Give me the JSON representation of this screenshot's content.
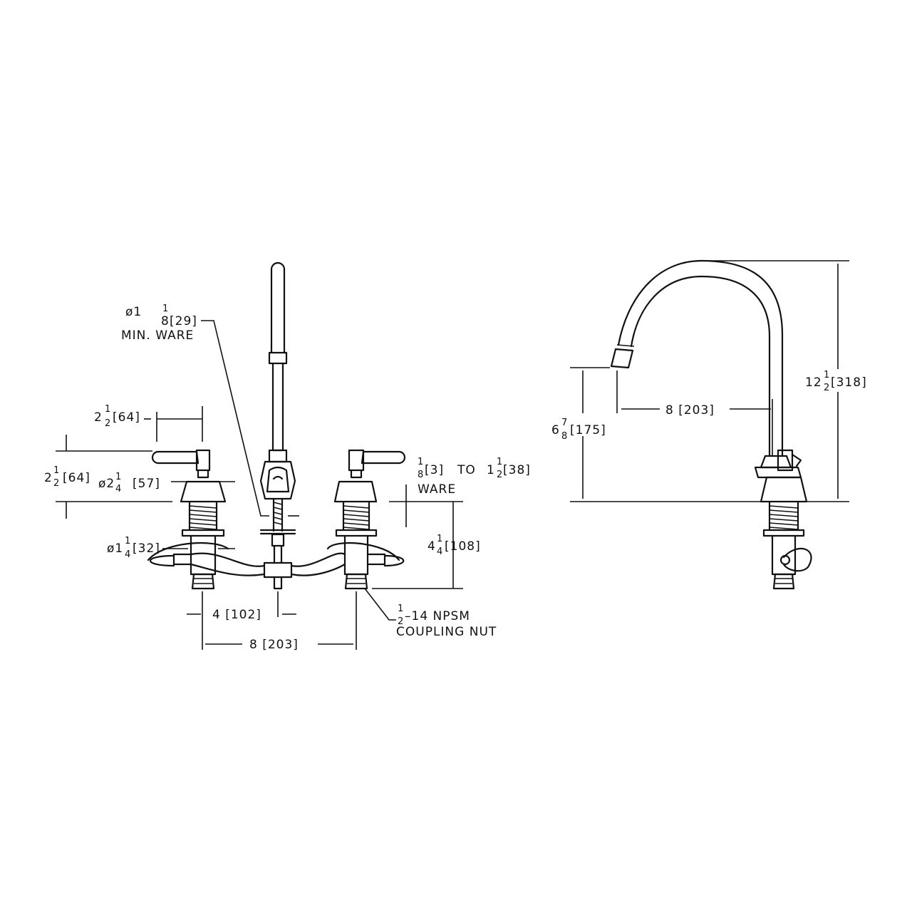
{
  "front_view": {
    "wall_hole": {
      "prefix": "ø1",
      "num": "1",
      "den": "8",
      "metric": "[29]",
      "line2": "MIN. WARE"
    },
    "handle_width": {
      "whole": "2",
      "num": "1",
      "den": "2",
      "metric": "[64]"
    },
    "handle_height": {
      "whole": "2",
      "num": "1",
      "den": "2",
      "metric": "[64]"
    },
    "escutcheon_dia": {
      "prefix": "ø2",
      "num": "1",
      "den": "4",
      "metric": "[57]"
    },
    "ware_thickness": {
      "num1": "1",
      "den1": "8",
      "metric1": "[3]",
      "to": "TO",
      "whole2": "1",
      "num2": "1",
      "den2": "2",
      "metric2": "[38]",
      "line2": "WARE"
    },
    "shank_dia": {
      "prefix": "ø1",
      "num": "1",
      "den": "4",
      "metric": "[32]"
    },
    "shank_length": {
      "whole": "4",
      "num": "1",
      "den": "4",
      "metric": "[108]"
    },
    "center_to_spout": "4 [102]",
    "center_to_center": "8 [203]",
    "coupling": {
      "num": "1",
      "den": "2",
      "rest": "–14 NPSM",
      "line2": "COUPLING NUT"
    }
  },
  "side_view": {
    "spout_height": {
      "whole": "6",
      "num": "7",
      "den": "8",
      "metric": "[175]"
    },
    "spout_reach": "8 [203]",
    "overall_height": {
      "whole": "12",
      "num": "1",
      "den": "2",
      "metric": "[318]"
    }
  }
}
